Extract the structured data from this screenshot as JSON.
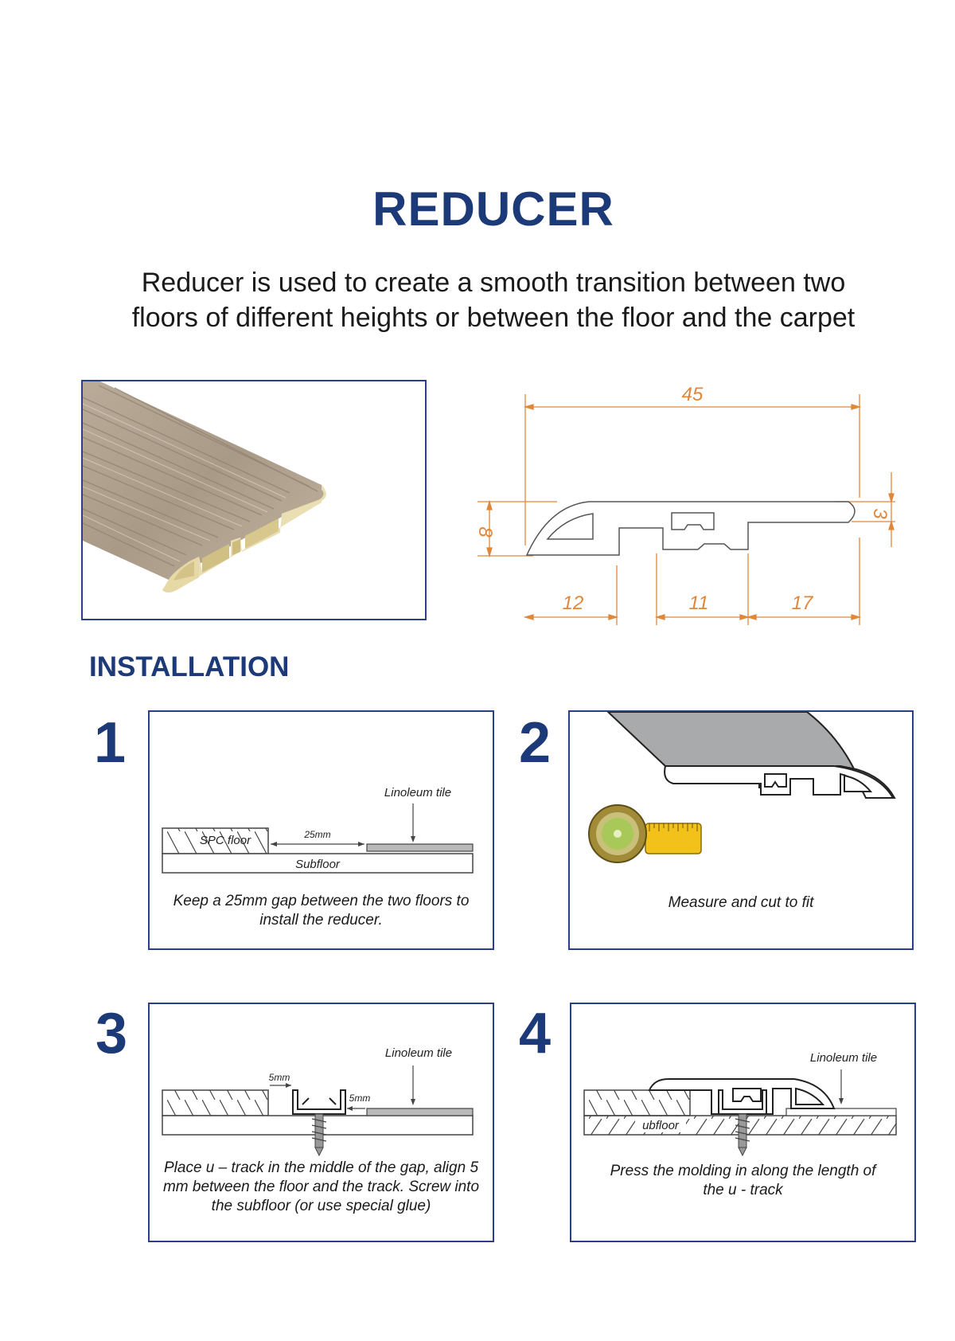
{
  "header": {
    "title": "REDUCER",
    "subtitle_line1": "Reducer is used to create a smooth transition between two",
    "subtitle_line2": "floors of different heights or between the floor and the carpet"
  },
  "profile_dimensions": {
    "total_width": "45",
    "height": "8",
    "top_thickness": "3",
    "left_section": "12",
    "middle_section": "11",
    "right_section": "17"
  },
  "installation": {
    "heading": "INSTALLATION",
    "steps": [
      {
        "number": "1",
        "labels": {
          "spc_floor": "SPC floor",
          "gap": "25mm",
          "linoleum": "Linoleum tile",
          "subfloor": "Subfloor"
        },
        "caption_line1": "Keep a 25mm gap between the two floors to",
        "caption_line2": "install the reducer."
      },
      {
        "number": "2",
        "caption_line1": "Measure and cut to fit"
      },
      {
        "number": "3",
        "labels": {
          "gap_left": "5mm",
          "gap_right": "5mm",
          "linoleum": "Linoleum tile"
        },
        "caption_line1": "Place u – track in the middle of the gap, align 5",
        "caption_line2": "mm between the floor and the track. Screw into",
        "caption_line3": "the subfloor (or use special glue)"
      },
      {
        "number": "4",
        "labels": {
          "linoleum": "Linoleum tile",
          "subfloor": "ubfloor"
        },
        "caption_line1": "Press the molding in along the length of",
        "caption_line2": "the u - track"
      }
    ]
  },
  "colors": {
    "brand_blue": "#1c3a78",
    "dimension_orange": "#e0873a",
    "panel_border": "#2b3f86"
  }
}
